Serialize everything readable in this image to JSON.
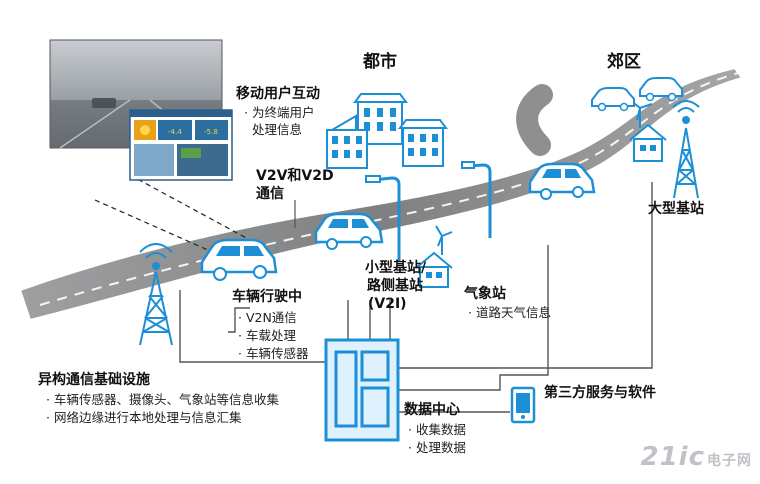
{
  "headings": {
    "city": "都市",
    "suburb": "郊区"
  },
  "labels": {
    "mobile_interaction": {
      "title": "移动用户互动",
      "items": [
        "为终端用户",
        "处理信息"
      ]
    },
    "v2v": {
      "lines": [
        "V2V和V2D",
        "通信"
      ]
    },
    "vehicle_driving": {
      "title": "车辆行驶中",
      "items": [
        "V2N通信",
        "车载处理",
        "车辆传感器"
      ]
    },
    "small_cell": {
      "lines": [
        "小型基站/",
        "路侧基站",
        "(V2I)"
      ]
    },
    "weather_station": {
      "title": "气象站",
      "items": [
        "道路天气信息"
      ]
    },
    "macro_cell": {
      "title": "大型基站"
    },
    "hetnet": {
      "title": "异构通信基础设施",
      "items": [
        "车辆传感器、摄像头、气象站等信息收集",
        "网络边缘进行本地处理与信息汇集"
      ]
    },
    "data_center": {
      "title": "数据中心",
      "items": [
        "收集数据",
        "处理数据"
      ]
    },
    "third_party": {
      "title": "第三方服务与软件"
    }
  },
  "dashboard": {
    "values": [
      "-4.4",
      "-5.8"
    ]
  },
  "watermark": {
    "main": "21ic",
    "cn": "电子网"
  },
  "colors": {
    "road": "#8e8f91",
    "road_edge": "#ffffff",
    "blue": "#1d8fd6",
    "blue_light": "#dff1fc",
    "line": "#555555"
  }
}
